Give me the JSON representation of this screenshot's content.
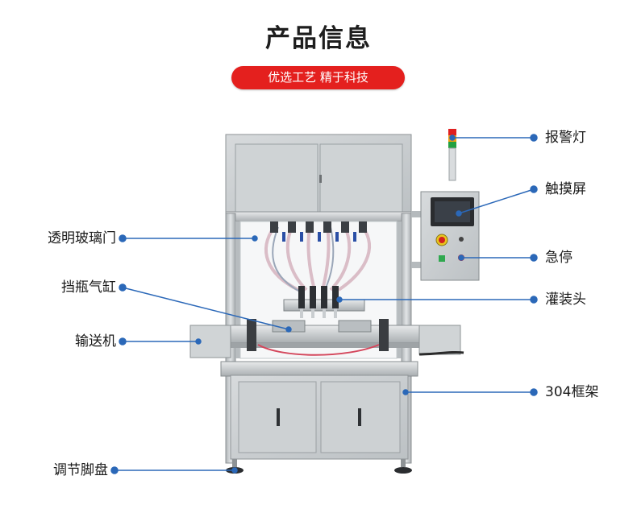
{
  "header": {
    "title": "产品信息",
    "subtitle": "优选工艺 精于科技"
  },
  "colors": {
    "accent_red": "#e4201e",
    "callout_blue": "#2b68b8",
    "steel": "#c9cdd0"
  },
  "callouts": {
    "left": {
      "glass_door": "透明玻璃门",
      "bottle_stop_cylinder": "挡瓶气缸",
      "conveyor": "输送机",
      "adjustable_feet": "调节脚盘"
    },
    "right": {
      "alarm_light": "报警灯",
      "touch_screen": "触摸屏",
      "emergency_stop": "急停",
      "filling_head": "灌装头",
      "frame": "304框架"
    }
  }
}
